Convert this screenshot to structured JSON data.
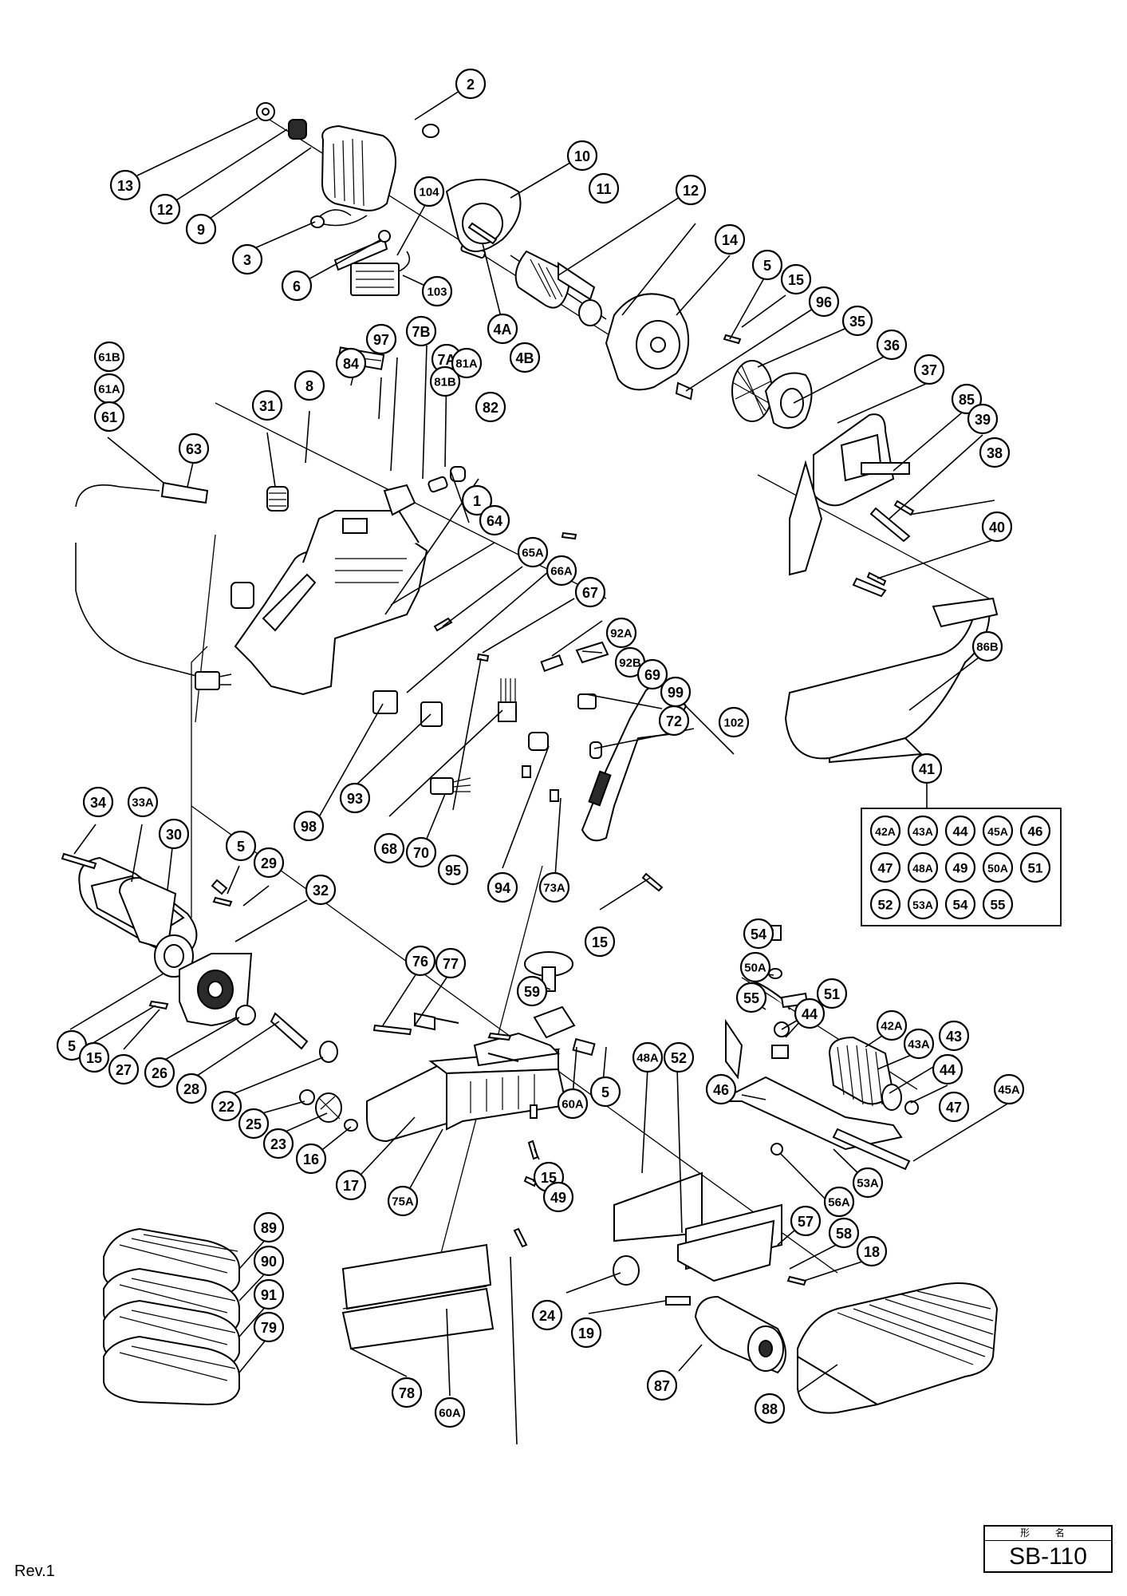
{
  "document": {
    "revision": "Rev.1",
    "model_header": "形 名",
    "model": "SB-110"
  },
  "kit": {
    "label": "41",
    "items": [
      "42A",
      "43A",
      "44",
      "45A",
      "46",
      "47",
      "48A",
      "49",
      "50A",
      "51",
      "52",
      "53A",
      "54",
      "55"
    ]
  },
  "callouts": [
    "2",
    "13",
    "12",
    "9",
    "3",
    "6",
    "104",
    "103",
    "4A",
    "4B",
    "10",
    "11",
    "12",
    "14",
    "5",
    "15",
    "96",
    "35",
    "36",
    "37",
    "85",
    "39",
    "38",
    "40",
    "86B",
    "61B",
    "61A",
    "61",
    "63",
    "31",
    "8",
    "84",
    "97",
    "7B",
    "7A",
    "81B",
    "81A",
    "82",
    "1",
    "64",
    "65A",
    "66A",
    "67",
    "92A",
    "92B",
    "69",
    "99",
    "72",
    "102",
    "98",
    "93",
    "68",
    "70",
    "95",
    "94",
    "73A",
    "15",
    "34",
    "33A",
    "30",
    "5",
    "29",
    "32",
    "5",
    "15",
    "27",
    "26",
    "28",
    "22",
    "25",
    "23",
    "16",
    "17",
    "75A",
    "76",
    "77",
    "59",
    "60A",
    "5",
    "15",
    "49",
    "48A",
    "52",
    "54",
    "50A",
    "51",
    "55",
    "44",
    "42A",
    "43A",
    "43",
    "44",
    "47",
    "46",
    "45A",
    "53A",
    "56A",
    "57",
    "58",
    "18",
    "24",
    "19",
    "87",
    "88",
    "89",
    "90",
    "91",
    "79",
    "78",
    "60A"
  ],
  "icons": [
    "motor-field-assembly",
    "armature",
    "end-bracket",
    "handle-housing",
    "belt-pulley",
    "sanding-belt",
    "base-frame",
    "dust-bag",
    "roller",
    "cord-and-plug"
  ]
}
